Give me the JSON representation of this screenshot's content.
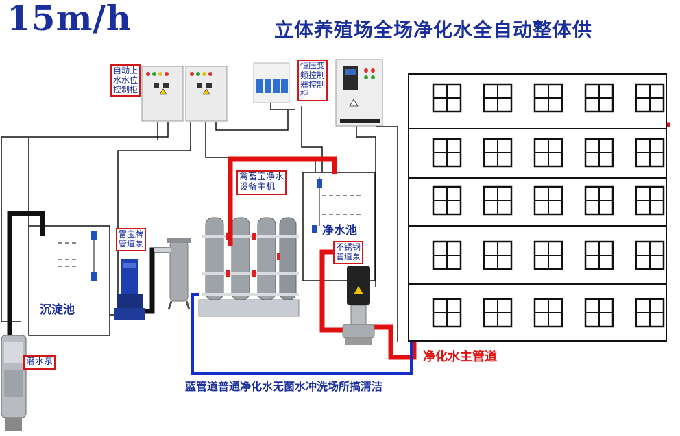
{
  "header": {
    "flow_rate": "15m/h",
    "title": "立体养殖场全场净化水全自动整体供"
  },
  "labels": {
    "auto_level_cabinet": [
      "自动上",
      "水水位",
      "控制柜"
    ],
    "vfd_cabinet": [
      "恒压变",
      "频控制",
      "器控制",
      "柜"
    ],
    "host": [
      "禽畜宝净水",
      "设备主机"
    ],
    "pipe_pump": [
      "雷宝牌",
      "管道泵"
    ],
    "sedimentation_tank": "沉淀池",
    "clean_tank": "净水池",
    "steel_pump": [
      "不锈钢",
      "管道泵"
    ],
    "submersible_pump": "潜水泵",
    "main_pipe": "净化水主管道",
    "blue_pipe_note": "蓝管道普通净化水无菌水冲洗场所搞清洁"
  },
  "colors": {
    "title": "#1a2e9c",
    "red_pipe": "#e01010",
    "blue_pipe": "#1530c8",
    "label_border": "#d01818"
  }
}
